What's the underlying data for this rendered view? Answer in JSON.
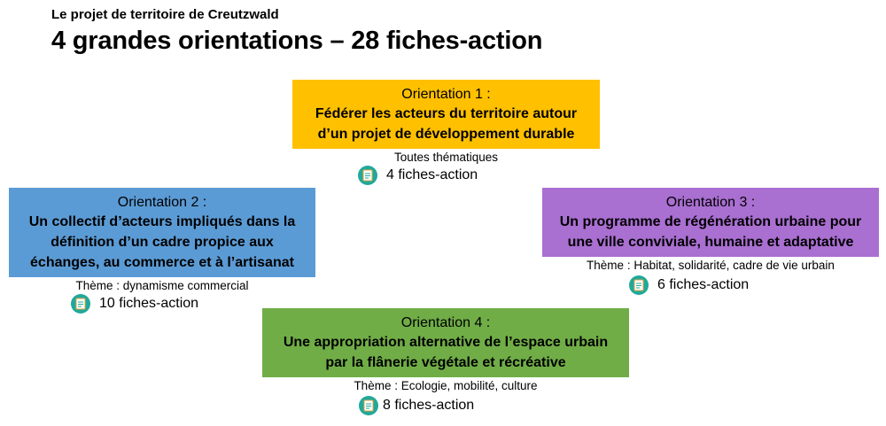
{
  "header": {
    "subtitle": "Le projet de territoire de Creutzwald",
    "title": "4 grandes orientations – 28 fiches-action"
  },
  "icon": "document-icon",
  "colors": {
    "orientation1": "#ffc000",
    "orientation2": "#5b9bd5",
    "orientation3": "#a96fd1",
    "orientation4": "#70ad47",
    "icon_circle": "#21a89a"
  },
  "orientations": [
    {
      "heading": "Orientation 1 :",
      "lines": [
        "Fédérer les acteurs du territoire autour",
        "d’un projet de développement durable"
      ],
      "theme": "Toutes thématiques",
      "count": "4 fiches-action"
    },
    {
      "heading": "Orientation 2 :",
      "lines": [
        "Un collectif d’acteurs impliqués dans la",
        "définition d’un cadre propice aux",
        "échanges, au commerce et à l’artisanat"
      ],
      "theme": "Thème : dynamisme commercial",
      "count": "10 fiches-action"
    },
    {
      "heading": "Orientation 3 :",
      "lines": [
        "Un programme de régénération urbaine pour",
        "une ville conviviale, humaine et adaptative"
      ],
      "theme": "Thème : Habitat, solidarité, cadre de vie urbain",
      "count": "6 fiches-action"
    },
    {
      "heading": "Orientation 4 :",
      "lines": [
        "Une appropriation alternative de l’espace urbain",
        "par la flânerie végétale et récréative"
      ],
      "theme": "Thème : Ecologie, mobilité, culture",
      "count": "8 fiches-action"
    }
  ]
}
